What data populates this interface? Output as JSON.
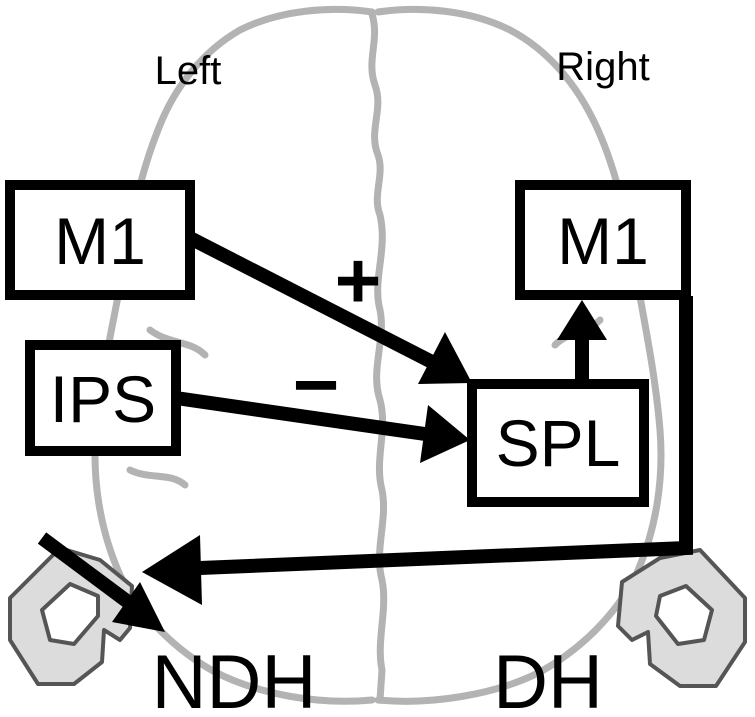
{
  "hemispheres": {
    "left": "Left",
    "right": "Right"
  },
  "nodes": {
    "left_m1": "M1",
    "ips": "IPS",
    "right_m1": "M1",
    "spl": "SPL"
  },
  "signs": {
    "m1_to_spl": "+",
    "ips_to_spl": "−"
  },
  "hands": {
    "left": "NDH",
    "right": "DH"
  },
  "colors": {
    "brain_outline": "#b3b3b3",
    "hand_fill": "#dcdcdc",
    "ink": "#000000"
  }
}
